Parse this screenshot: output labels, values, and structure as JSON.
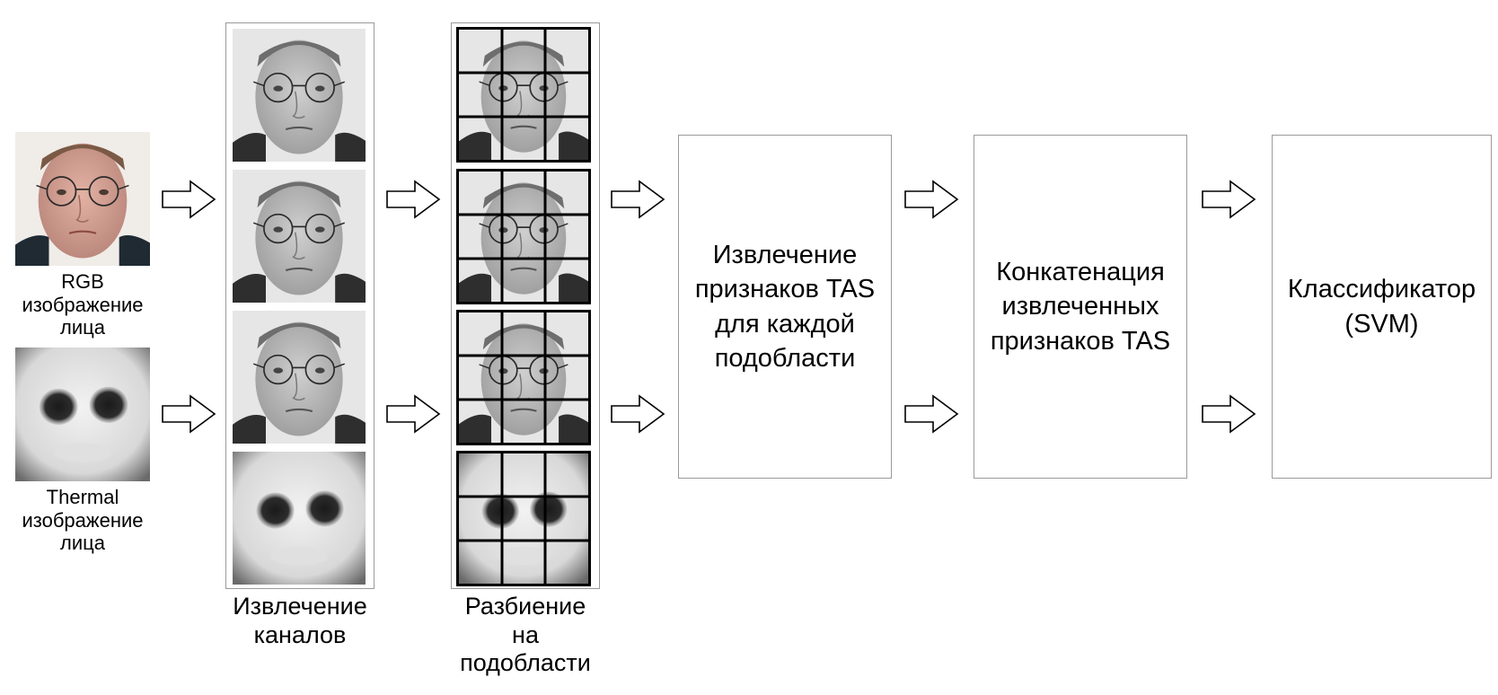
{
  "captions": {
    "rgb": [
      "RGB",
      "изображение",
      "лица"
    ],
    "thermal": [
      "Thermal",
      "изображение",
      "лица"
    ],
    "channels": [
      "Извлечение",
      "каналов"
    ],
    "split": [
      "Разбиение",
      "на",
      "подобласти"
    ]
  },
  "boxes": {
    "tas": [
      "Извлечение",
      "признаков TAS",
      "для каждой",
      "подобласти"
    ],
    "concat": [
      "Конкатенация",
      "извлеченных",
      "признаков TAS"
    ],
    "classifier": [
      "Классификатор",
      "(SVM)"
    ]
  },
  "colors": {
    "box_border": "#9a9a9a",
    "grid_line": "#000000"
  }
}
